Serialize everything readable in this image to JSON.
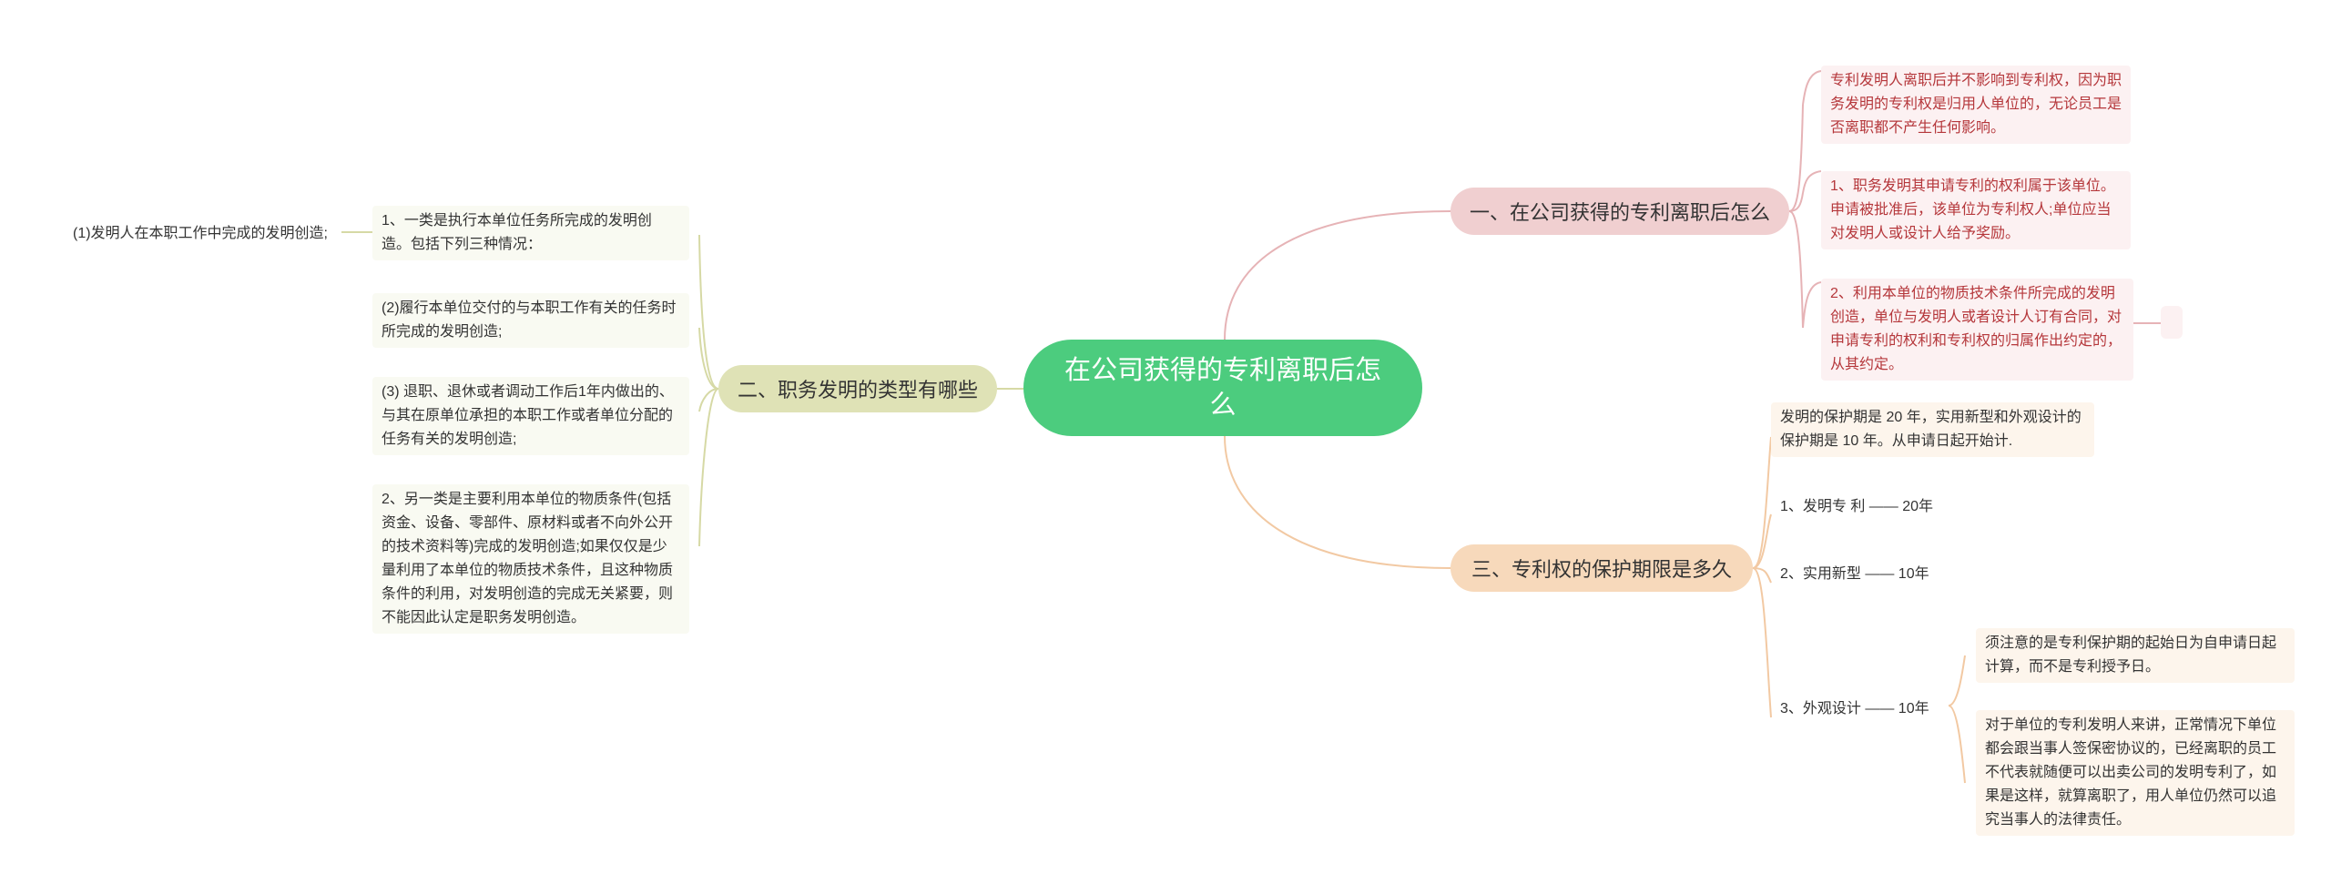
{
  "center": {
    "title": "在公司获得的专利离职后怎么"
  },
  "branches": {
    "b1": {
      "label": "一、在公司获得的专利离职后怎么"
    },
    "b2": {
      "label": "二、职务发明的类型有哪些"
    },
    "b3": {
      "label": "三、专利权的保护期限是多久"
    }
  },
  "b1_leaves": [
    "专利发明人离职后并不影响到专利权，因为职务发明的专利权是归用人单位的，无论员工是否离职都不产生任何影响。",
    "1、职务发明其申请专利的权利属于该单位。申请被批准后，该单位为专利权人;单位应当对发明人或设计人给予奖励。",
    "2、利用本单位的物质技术条件所完成的发明创造，单位与发明人或者设计人订有合同，对申请专利的权利和专利权的归属作出约定的，从其约定。"
  ],
  "b2_leaves": [
    "1、一类是执行本单位任务所完成的发明创造。包括下列三种情况：",
    "(2)履行本单位交付的与本职工作有关的任务时所完成的发明创造;",
    "(3) 退职、退休或者调动工作后1年内做出的、与其在原单位承担的本职工作或者单位分配的任务有关的发明创造;",
    "2、另一类是主要利用本单位的物质条件(包括资金、设备、零部件、原材料或者不向外公开的技术资料等)完成的发明创造;如果仅仅是少量利用了本单位的物质技术条件，且这种物质条件的利用，对发明创造的完成无关紧要，则不能因此认定是职务发明创造。"
  ],
  "b2_sub": "(1)发明人在本职工作中完成的发明创造;",
  "b3_leaves": [
    "发明的保护期是 20 年，实用新型和外观设计的保护期是 10 年。从申请日起开始计.",
    "1、发明专 利 —— 20年",
    "2、实用新型 —— 10年",
    "3、外观设计 —— 10年"
  ],
  "b3_sub": [
    "须注意的是专利保护期的起始日为自申请日起计算，而不是专利授予日。",
    "对于单位的专利发明人来讲，正常情况下单位都会跟当事人签保密协议的，已经离职的员工不代表就随便可以出卖公司的发明专利了，如果是这样，就算离职了，用人单位仍然可以追究当事人的法律责任。"
  ],
  "colors": {
    "center": "#4ccc7e",
    "b1": "#f0cfd0",
    "b2": "#dfe2b6",
    "b3": "#f7d9bb",
    "b1_text": "#b5373b"
  }
}
